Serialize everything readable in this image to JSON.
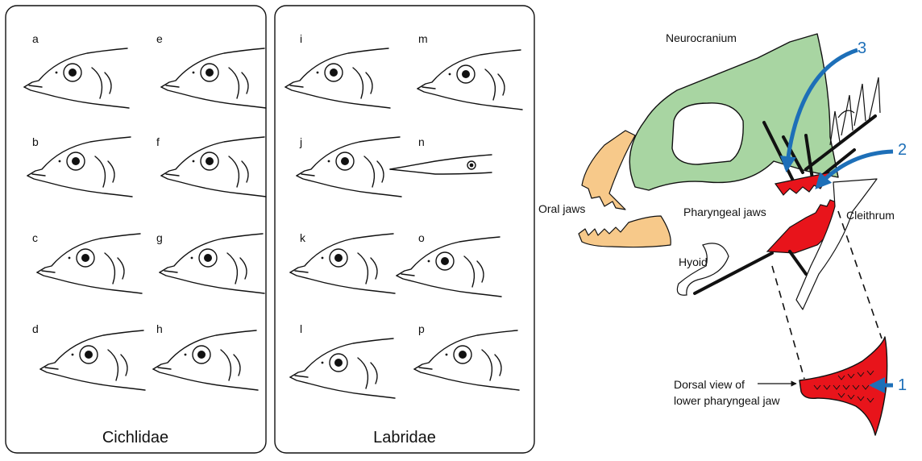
{
  "panels": [
    {
      "title": "Cichlidae",
      "letters": [
        "a",
        "e",
        "b",
        "f",
        "c",
        "g",
        "d",
        "h"
      ]
    },
    {
      "title": "Labridae",
      "letters": [
        "i",
        "m",
        "j",
        "n",
        "k",
        "o",
        "l",
        "p"
      ]
    }
  ],
  "anatomy": {
    "neurocranium": "Neurocranium",
    "oral_jaws": "Oral jaws",
    "pharyngeal_jaws": "Pharyngeal jaws",
    "cleithrum": "Cleithrum",
    "hyoid": "Hyoid",
    "dorsal_view_line1": "Dorsal view of",
    "dorsal_view_line2": "lower pharyngeal jaw",
    "markers": [
      "3",
      "2",
      "1"
    ]
  },
  "colors": {
    "neurocranium_fill": "#a8d5a2",
    "oral_jaw_fill": "#f7c98a",
    "pharyngeal_fill": "#e8141b",
    "arrow_blue": "#1d6fb8"
  }
}
